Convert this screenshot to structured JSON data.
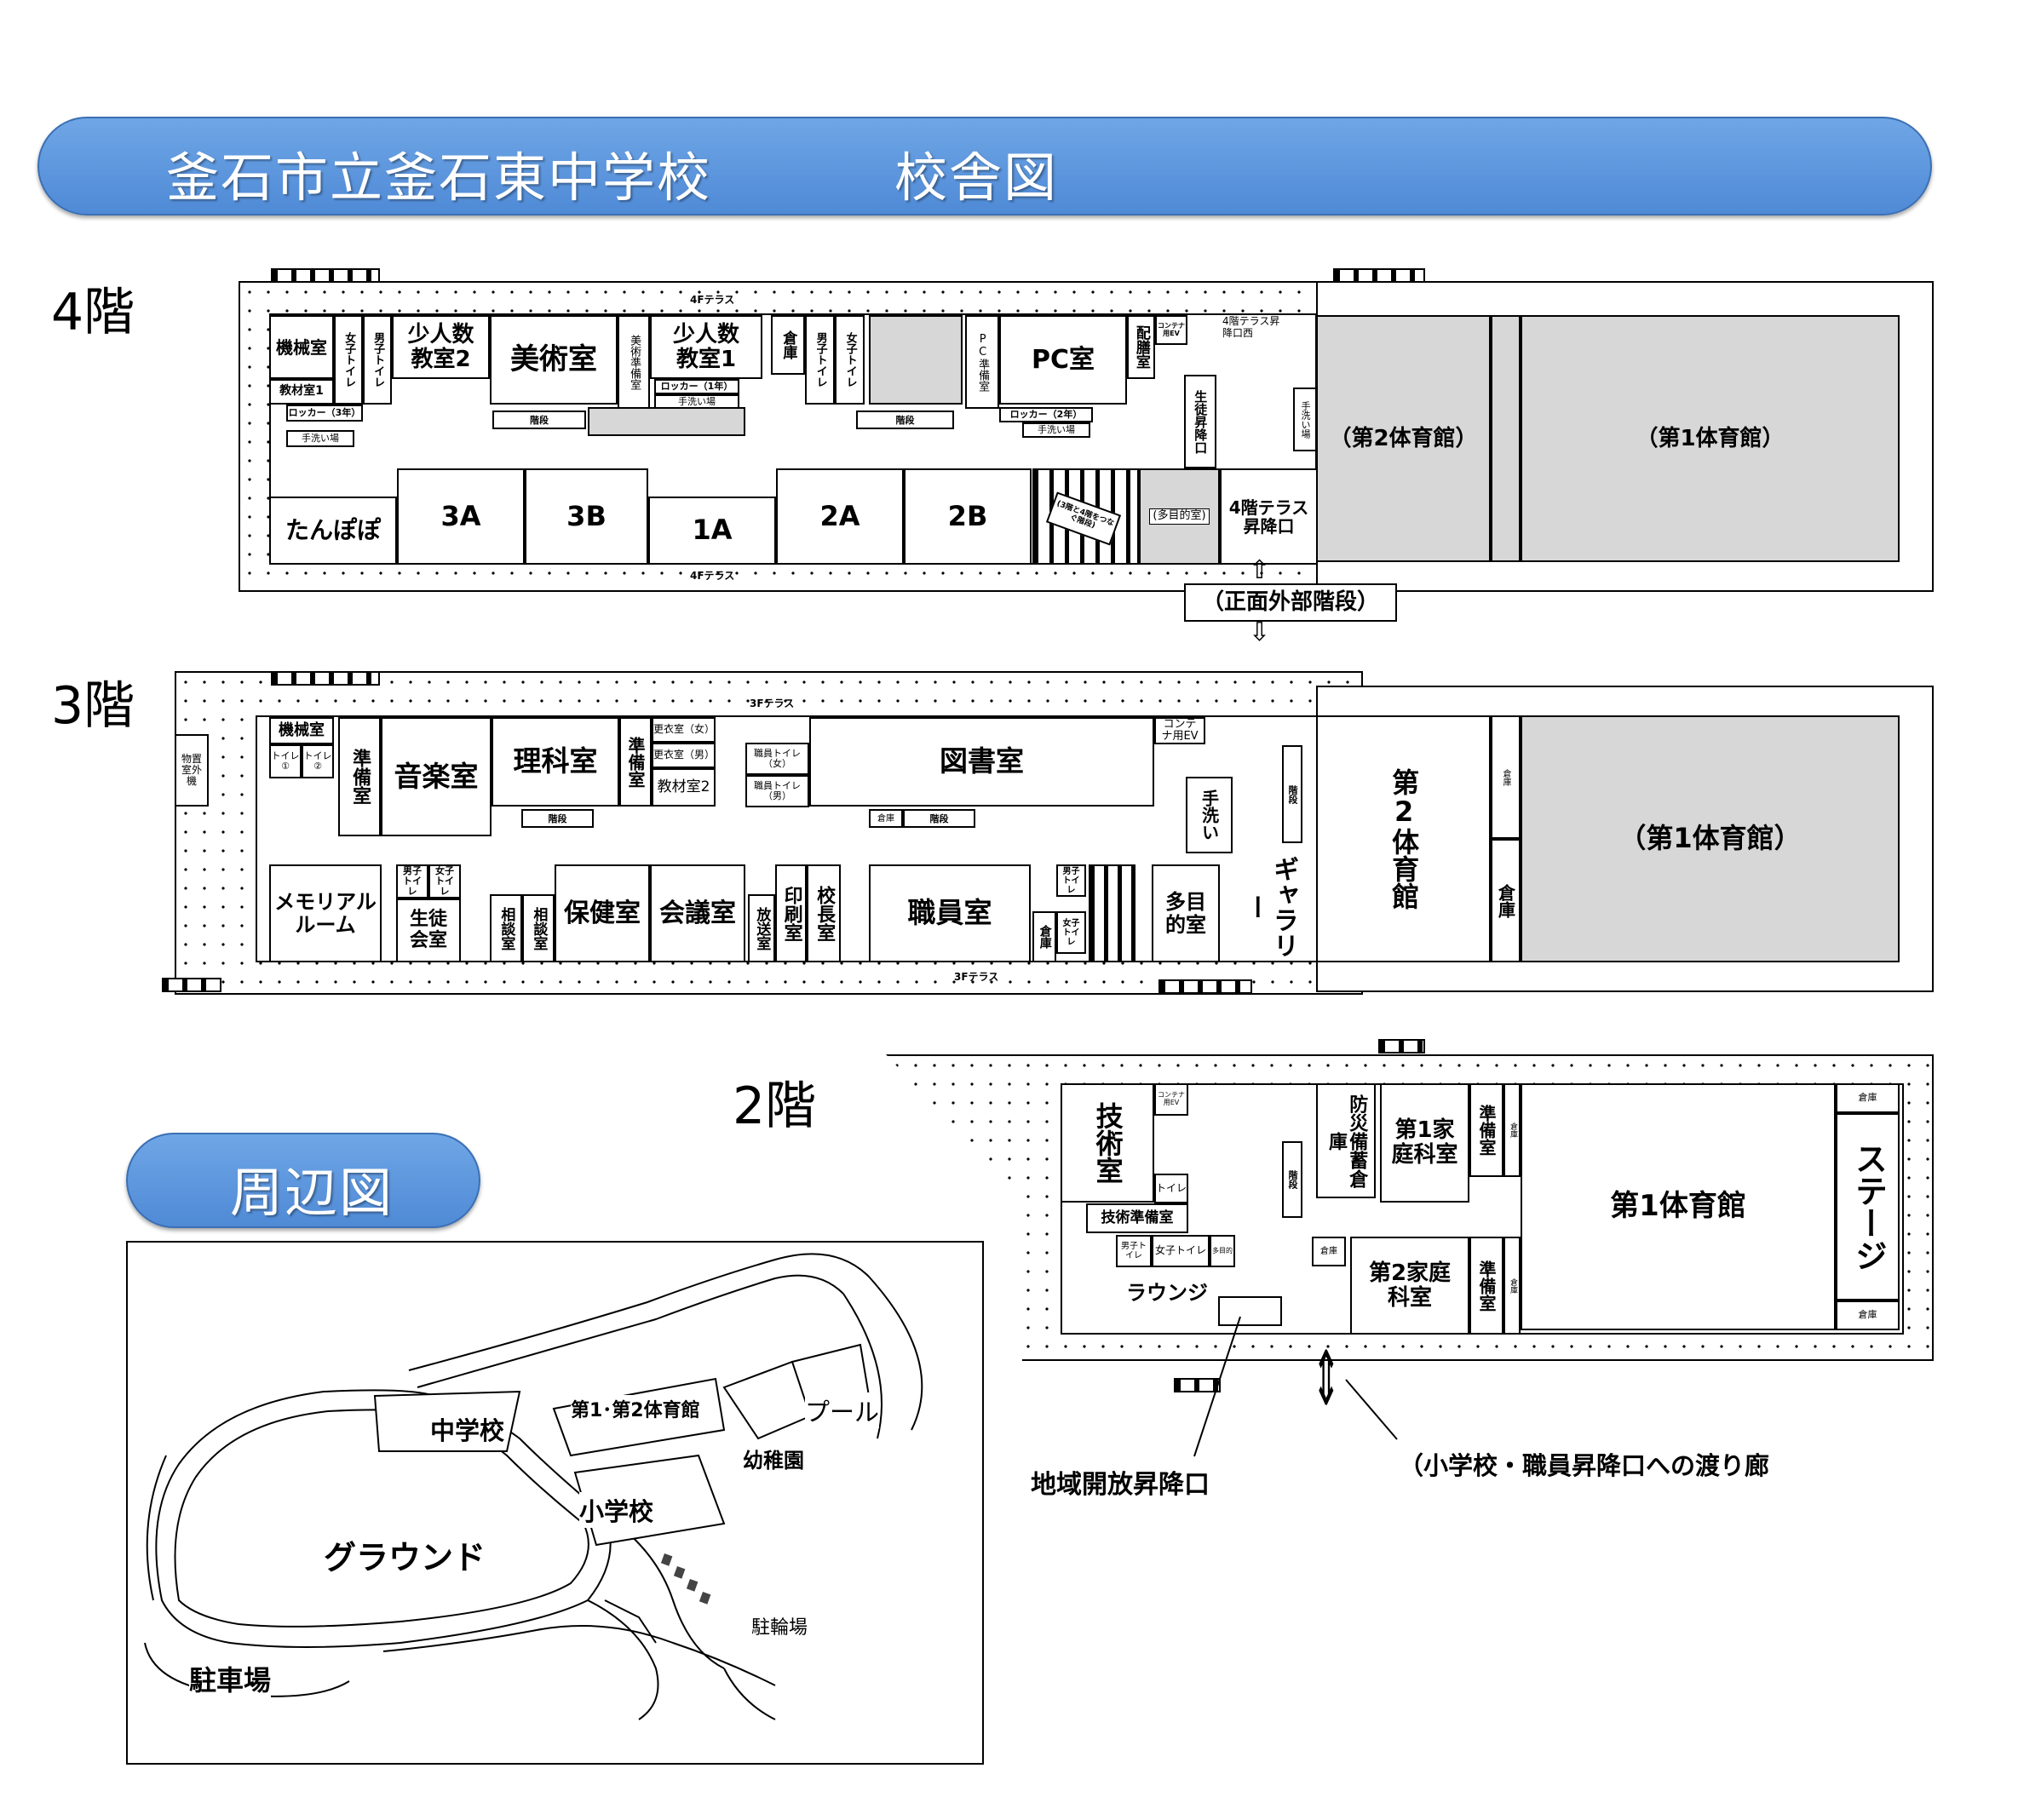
{
  "header": {
    "title": "釜石市立釜石東中学校",
    "subtitle": "校舎図"
  },
  "floors": {
    "f4": {
      "label": "4階",
      "terrace_top": "4Fテラス",
      "terrace_bottom": "4Fテラス",
      "rooms": {
        "machine": "機械室",
        "material1": "教材室1",
        "locker3": "ロッカー（3年）",
        "wash_left": "手洗い場",
        "girls_toilet": "女子トイレ",
        "boys_toilet": "男子トイレ",
        "small2": "少人数教室2",
        "art": "美術室",
        "art_prep": "美術準備室",
        "small1": "少人数教室1",
        "locker1": "ロッカー（1年）",
        "wash_mid": "手洗い場",
        "storage": "倉庫",
        "boys_toilet2": "男子トイレ",
        "girls_toilet2": "女子トイレ",
        "pc_prep": "PC準備室",
        "pc": "PC室",
        "locker2": "ロッカー（2年）",
        "wash_right": "手洗い場",
        "serving": "配膳室",
        "container_ev": "コンテナ用EV",
        "terrace_west": "4階テラス昇降口西",
        "student_entrance": "生徒昇降口",
        "wash_far": "手洗い場",
        "tanpopo": "たんぽぽ",
        "c3a": "3A",
        "c3b": "3B",
        "c1a": "1A",
        "c2a": "2A",
        "c2b": "2B",
        "stair_note": "(3階と4階をつなぐ階段)",
        "multi": "(多目的室)",
        "terrace_entrance": "4階テラス昇降口",
        "gym2": "（第2体育館）",
        "gym1": "（第1体育館）",
        "stairs": "階段"
      },
      "front_stairs": "（正面外部階段）"
    },
    "f3": {
      "label": "3階",
      "terrace_top": "3Fテラス",
      "terrace_bottom": "3Fテラス",
      "rooms": {
        "outdoor_storage": "物置室外機",
        "machine": "機械室",
        "toilet1": "トイレ①",
        "toilet2": "トイレ②",
        "prep_a": "準備室",
        "music": "音楽室",
        "science": "理科室",
        "prep_b": "準備室",
        "locker_f": "更衣室（女）",
        "locker_m": "更衣室（男）",
        "material2": "教材室2",
        "staff_toilet_f": "職員トイレ（女）",
        "staff_toilet_m": "職員トイレ（男）",
        "library": "図書室",
        "storage_a": "倉庫",
        "container_ev": "コンテナ用EV",
        "handwash": "手洗い",
        "memorial": "メモリアルルーム",
        "boys_toilet": "男子トイレ",
        "girls_toilet": "女子トイレ",
        "student_council": "生徒会室",
        "counsel1": "相談室",
        "counsel2": "相談室",
        "health": "保健室",
        "meeting": "会議室",
        "broadcast": "放送室",
        "printing": "印刷室",
        "principal": "校長室",
        "staff": "職員室",
        "storage_b": "倉庫",
        "boys_toilet2": "男子トイレ",
        "girls_toilet2": "女子トイレ",
        "multi": "多目的室",
        "gallery": "ギャラリー",
        "gym2": "第2体育館",
        "storage_c": "倉庫",
        "storage_d": "倉庫",
        "gym1": "（第1体育館）",
        "stairs": "階段"
      }
    },
    "f2": {
      "label": "2階",
      "rooms": {
        "container_ev": "コンテナ用EV",
        "technical": "技術室",
        "toilet": "トイレ",
        "tech_prep": "技術準備室",
        "boys_toilet": "男子トイレ",
        "girls_toilet": "女子トイレ",
        "multi_toilet": "多目的",
        "lounge": "ラウンジ",
        "disaster": "防災備蓄倉庫",
        "home1": "第1家庭科室",
        "prep1": "準備室",
        "storage_a": "倉庫",
        "storage_b": "倉庫",
        "home2": "第2家庭科室",
        "prep2": "準備室",
        "storage_c": "倉庫",
        "gym1": "第1体育館",
        "stage": "ステージ",
        "storage_d": "倉庫",
        "storage_e": "倉庫",
        "stairs": "階段"
      },
      "community_entrance": "地域開放昇降口",
      "corridor": "（小学校・職員昇降口への渡り廊"
    }
  },
  "surroundings": {
    "title": "周辺図",
    "labels": {
      "junior_high": "中学校",
      "gyms": "第1･第2体育館",
      "pool": "プール",
      "kindergarten": "幼稚園",
      "elementary": "小学校",
      "ground": "グラウンド",
      "bicycle": "駐輪場",
      "parking": "駐車場"
    }
  }
}
